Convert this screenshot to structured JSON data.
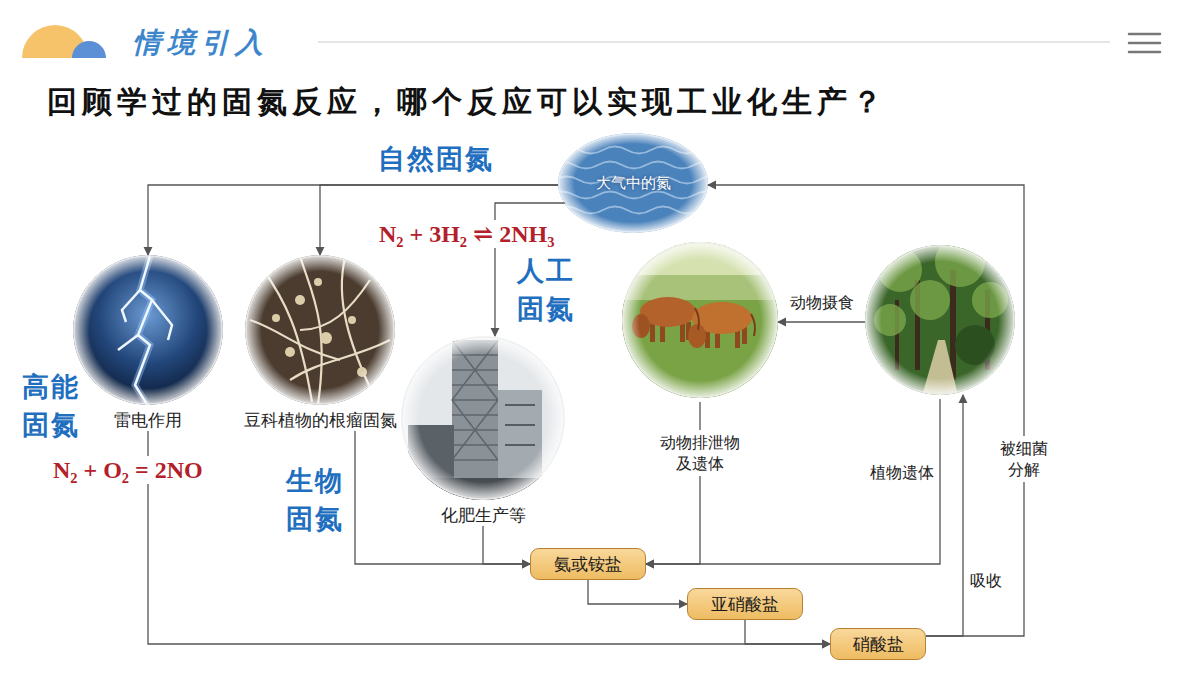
{
  "diagram": {
    "title": "情境引入",
    "nodes": [
      {
        "text": [
          "大气中的氮"
        ]
      },
      {
        "text": [
          "雷电作用"
        ]
      },
      {
        "text": [
          "豆科植物的根瘤固氮"
        ]
      },
      {
        "text": [
          "化肥生产等"
        ]
      },
      {
        "text": []
      },
      {
        "text": []
      },
      {
        "text": [
          "氨或铵盐"
        ]
      },
      {
        "text": [
          "亚硝酸盐"
        ]
      },
      {
        "text": [
          "硝酸盐"
        ]
      }
    ],
    "edges": [
      {
        "from": 0,
        "to": 1,
        "arrow": "to"
      },
      {
        "from": 0,
        "to": 2,
        "arrow": "to"
      },
      {
        "from": 0,
        "to": 3,
        "arrow": "to"
      },
      {
        "from": 1,
        "to": 8,
        "arrow": "to"
      },
      {
        "from": 2,
        "to": 6,
        "arrow": "to"
      },
      {
        "from": 3,
        "to": 6,
        "arrow": "to"
      },
      {
        "from": 4,
        "to": 6,
        "arrow": "to",
        "label": "动物排泄物及遗体"
      },
      {
        "from": 5,
        "to": 6,
        "arrow": "to",
        "label": "植物遗体"
      },
      {
        "from": 6,
        "to": 7,
        "arrow": "to"
      },
      {
        "from": 7,
        "to": 8,
        "arrow": "to"
      },
      {
        "from": 8,
        "to": 5,
        "arrow": "to",
        "label": "吸收"
      },
      {
        "from": 8,
        "to": 0,
        "arrow": "to",
        "label": "被细菌分解"
      },
      {
        "from": 5,
        "to": 4,
        "arrow": "to",
        "label": "动物摄食"
      }
    ],
    "labels": [
      "回顾学过的固氮反应，哪个反应可以实现工业化生产？",
      "自然固氮",
      "人工固氮",
      "高能固氮",
      "生物固氮",
      "N₂ + 3H₂ ⇌ 2NH₃",
      "N₂ + O₂ = 2NO"
    ]
  }
}
